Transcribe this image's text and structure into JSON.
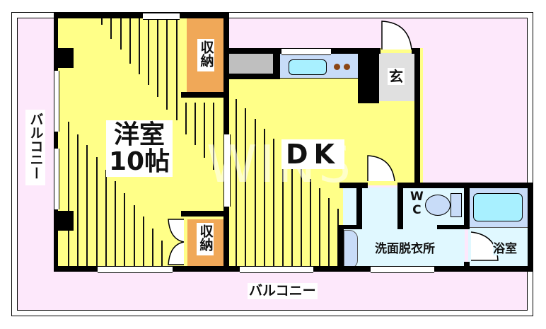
{
  "floor_plan": {
    "type": "apartment floor plan",
    "layout": "1DK",
    "watermark": "WINS",
    "rooms": [
      {
        "id": "western-room",
        "label_line1": "洋室",
        "label_line2": "10帖",
        "type": "Western-style room",
        "size_jo": 10,
        "color": "#ffff88"
      },
      {
        "id": "dk",
        "label": "DK",
        "type": "Dining Kitchen",
        "color": "#ffff88"
      },
      {
        "id": "closet-top",
        "label": "収納",
        "type": "Storage",
        "color": "#f0a858"
      },
      {
        "id": "closet-bottom",
        "label": "収納",
        "type": "Storage",
        "color": "#f0a858"
      },
      {
        "id": "entrance",
        "label": "玄",
        "type": "Entrance",
        "color": "#e0e0e0"
      },
      {
        "id": "wc",
        "label_line1": "W",
        "label_line2": "C",
        "type": "Toilet",
        "color": "#e0f8ff"
      },
      {
        "id": "washroom",
        "label": "洗面脱衣所",
        "type": "Washroom / Dressing room",
        "color": "#e0f8ff"
      },
      {
        "id": "bathroom",
        "label": "浴室",
        "type": "Bathroom",
        "color": "#e0f8ff"
      },
      {
        "id": "balcony-side",
        "label": "バルコニー",
        "type": "Balcony (side)",
        "color": "#fde8fb"
      },
      {
        "id": "balcony-bottom",
        "label": "バルコニー",
        "type": "Balcony (bottom)",
        "color": "#fde8fb"
      }
    ],
    "fixtures": [
      "kitchen-sink",
      "stove-burners",
      "refrigerator-space",
      "toilet",
      "bathtub",
      "wash-basin",
      "shoe-cabinet"
    ]
  }
}
